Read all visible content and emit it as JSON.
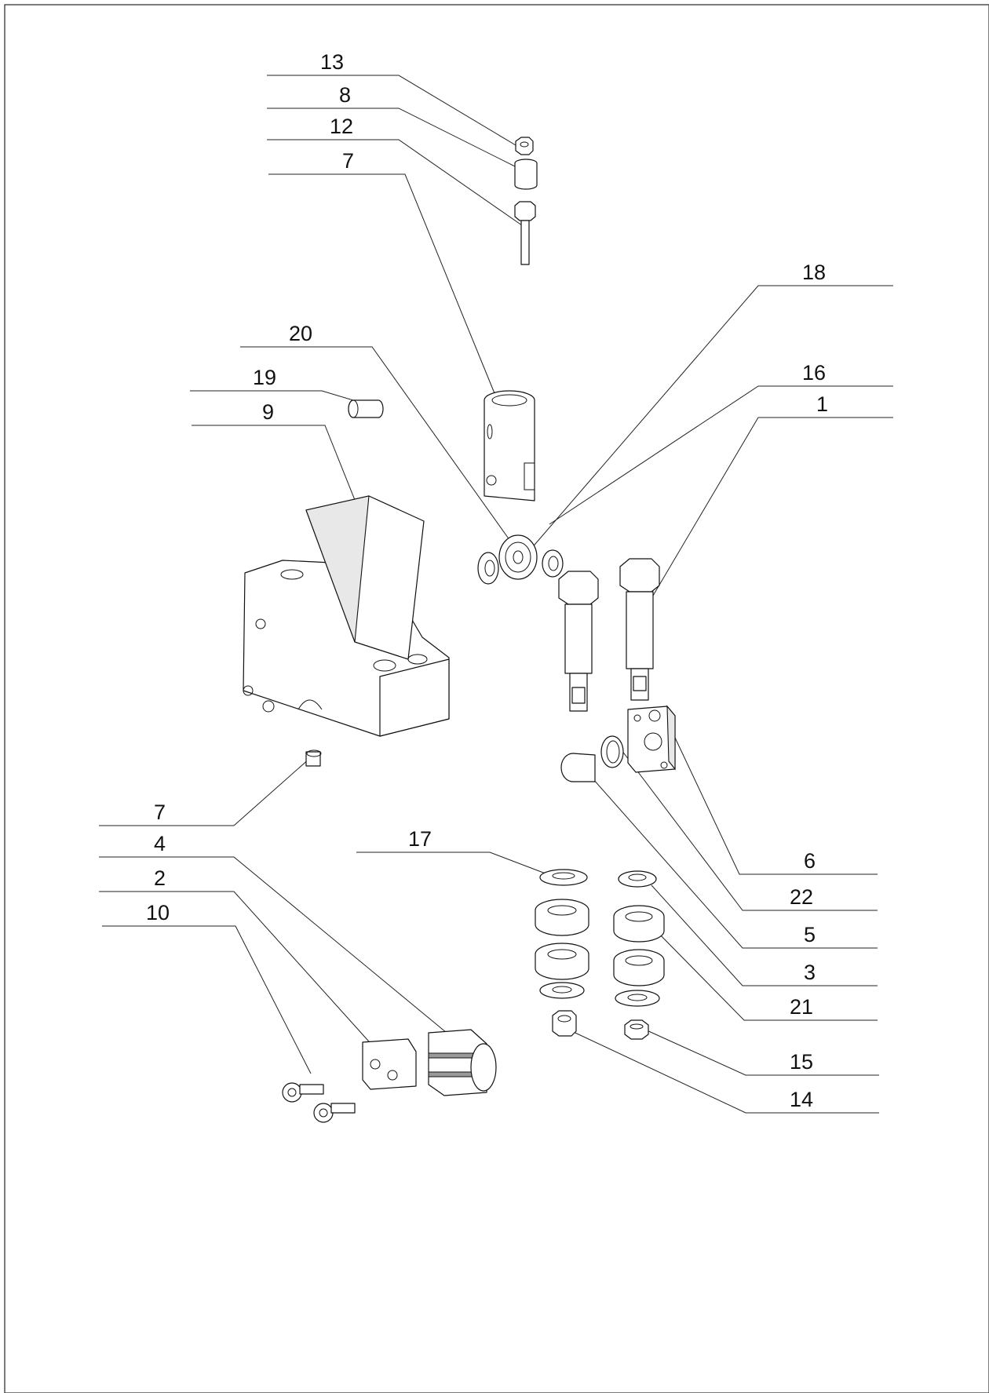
{
  "colors": {
    "line": "#111111",
    "background": "#ffffff"
  },
  "callouts": [
    {
      "id": "13",
      "text": "13"
    },
    {
      "id": "8",
      "text": "8"
    },
    {
      "id": "12",
      "text": "12"
    },
    {
      "id": "7a",
      "text": "7"
    },
    {
      "id": "18",
      "text": "18"
    },
    {
      "id": "20",
      "text": "20"
    },
    {
      "id": "16",
      "text": "16"
    },
    {
      "id": "19",
      "text": "19"
    },
    {
      "id": "1",
      "text": "1"
    },
    {
      "id": "9",
      "text": "9"
    },
    {
      "id": "7b",
      "text": "7"
    },
    {
      "id": "4",
      "text": "4"
    },
    {
      "id": "17",
      "text": "17"
    },
    {
      "id": "2",
      "text": "2"
    },
    {
      "id": "10",
      "text": "10"
    },
    {
      "id": "6",
      "text": "6"
    },
    {
      "id": "22",
      "text": "22"
    },
    {
      "id": "5",
      "text": "5"
    },
    {
      "id": "3",
      "text": "3"
    },
    {
      "id": "21",
      "text": "21"
    },
    {
      "id": "15",
      "text": "15"
    },
    {
      "id": "14",
      "text": "14"
    }
  ]
}
